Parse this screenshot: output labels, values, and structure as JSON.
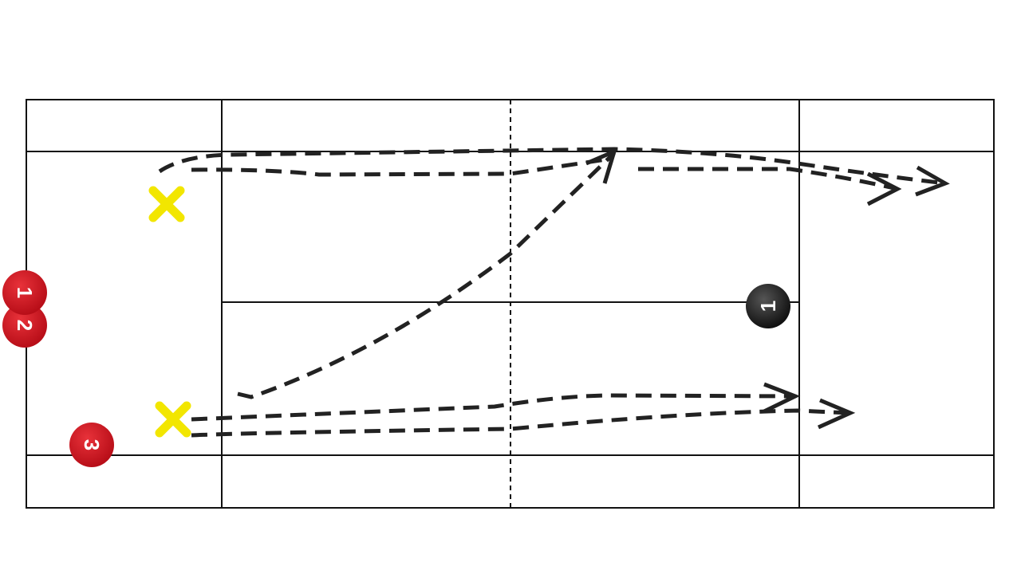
{
  "diagram": {
    "players_red": [
      {
        "label": "1"
      },
      {
        "label": "2"
      },
      {
        "label": "3"
      }
    ],
    "player_black": {
      "label": "1"
    },
    "colors": {
      "red": "#d0141f",
      "black": "#1a1a1a",
      "cone": "#f2e600",
      "line": "#111111"
    }
  }
}
